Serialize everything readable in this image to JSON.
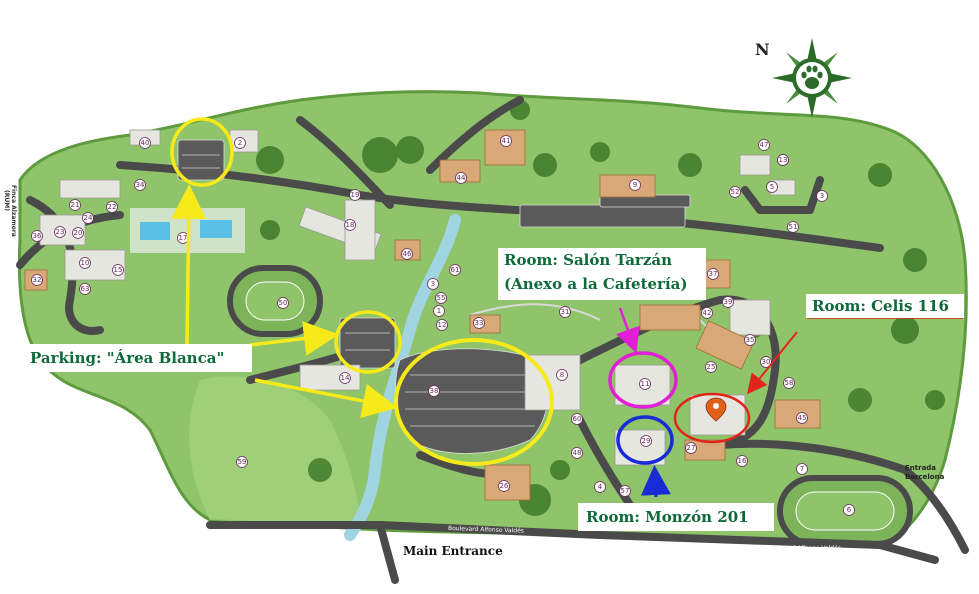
{
  "map": {
    "compass_letter": "N",
    "callouts": {
      "parking": "Parking: \"Área Blanca\"",
      "tarzan_line1": "Room: Salón Tarzán",
      "tarzan_line2": "(Anexo a la Cafetería)",
      "celis": "Room: Celis 116",
      "monzon": "Room: Monzón 201"
    },
    "labels": {
      "main_entrance": "Main Entrance",
      "entrada_barcelona_1": "Entrada",
      "entrada_barcelona_2": "Barcelona",
      "boulevard_1": "Boulevard Alfonso Valdés",
      "boulevard_2": "Boulevard Alfonso Valdés",
      "finca_1": "Finca Alzamora",
      "finca_2": "(RUM)"
    },
    "building_numbers": [
      "40",
      "2",
      "34",
      "21",
      "24",
      "22",
      "23",
      "20",
      "36",
      "10",
      "15",
      "17",
      "32",
      "63",
      "50",
      "14",
      "38",
      "8",
      "19",
      "18",
      "46",
      "61",
      "3",
      "12",
      "33",
      "44",
      "41",
      "9",
      "47",
      "43",
      "52",
      "5",
      "3",
      "51",
      "37",
      "31",
      "42",
      "39",
      "11",
      "25",
      "30",
      "58",
      "29",
      "45",
      "60",
      "48",
      "59",
      "27",
      "16",
      "7",
      "57",
      "4",
      "26",
      "6",
      "55",
      "1",
      "35",
      "13"
    ],
    "colors": {
      "grass": "#8fc46a",
      "grass_edge": "#5e9a3e",
      "road": "#4a4a4a",
      "river": "#9fd4e0",
      "yellow": "#f6ea1a",
      "magenta": "#e01fd6",
      "blue": "#1a2bd6",
      "red": "#e0261a",
      "callout_text": "#0f6a3a",
      "compass": "#2d6b2a"
    }
  }
}
